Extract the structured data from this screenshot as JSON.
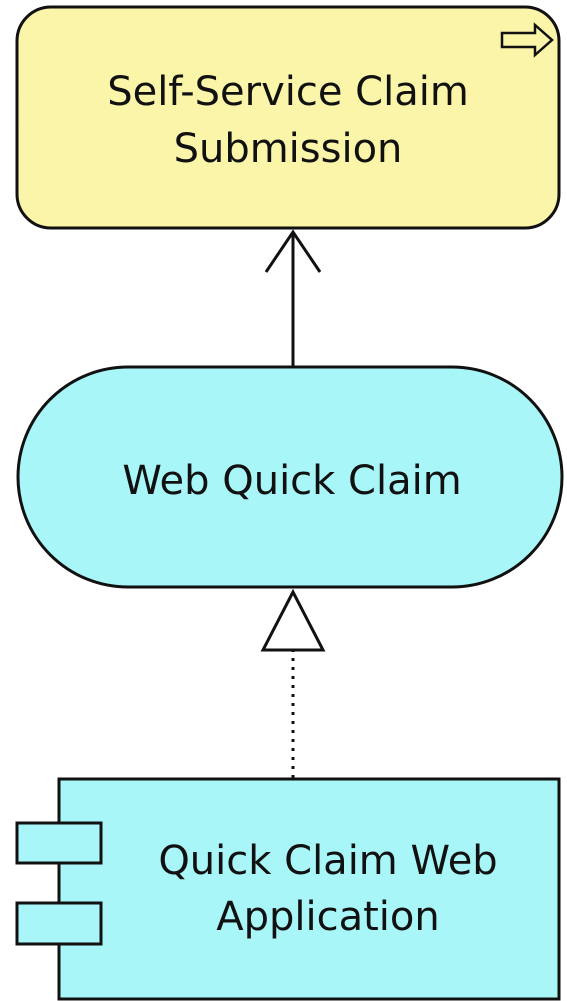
{
  "diagram": {
    "nodes": {
      "business_process": {
        "label_line1": "Self-Service Claim",
        "label_line2": "Submission",
        "fill": "#FAF5A8",
        "stroke": "#111111",
        "icon": "process-arrow-icon"
      },
      "application_service": {
        "label": "Web Quick Claim",
        "fill": "#A9F6F8",
        "stroke": "#111111"
      },
      "application_component": {
        "label_line1": "Quick Claim Web",
        "label_line2": "Application",
        "fill": "#A9F6F8",
        "stroke": "#111111",
        "icon": "component-tabs-icon"
      }
    },
    "edges": [
      {
        "from": "application_service",
        "to": "business_process",
        "type": "serving"
      },
      {
        "from": "application_component",
        "to": "application_service",
        "type": "realization"
      }
    ]
  }
}
